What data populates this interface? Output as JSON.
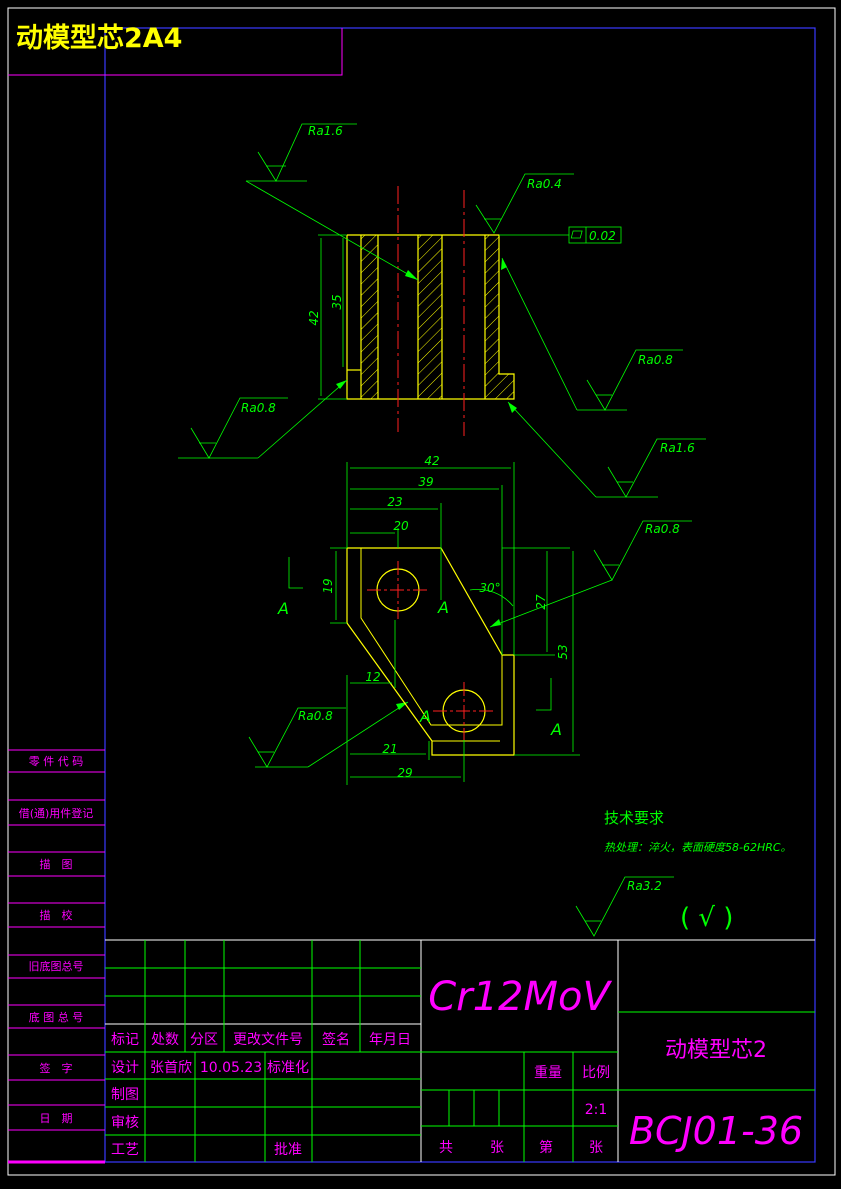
{
  "header": {
    "title": "动模型芯2A4"
  },
  "drawing": {
    "roughness": {
      "r1": "Ra1.6",
      "r2": "Ra0.4",
      "r3": "Ra0.8",
      "r4": "Ra0.8",
      "r5": "Ra1.6",
      "r6": "Ra0.8",
      "r7": "Ra0.8",
      "r8": "Ra3.2"
    },
    "flatness": {
      "value": "0.02"
    },
    "dims": {
      "d42v": "42",
      "d35v": "35",
      "d42h": "42",
      "d39": "39",
      "d23": "23",
      "d20": "20",
      "d19": "19",
      "d12": "12",
      "d21": "21",
      "d29": "29",
      "d27": "27",
      "d53": "53",
      "ang30": "30°"
    },
    "section_marks": {
      "a1": "A",
      "a2": "A",
      "a3": "A",
      "a4": "A"
    },
    "check_symbol": "( √ )"
  },
  "tech_requirements": {
    "title": "技术要求",
    "line1": "热处理：淬火，表面硬度58-62HRC。"
  },
  "left_strip": {
    "items": [
      "零 件 代 码",
      "借(通)用件登记",
      "描　图",
      "描　校",
      "旧底图总号",
      "底 图 总 号",
      "签　字",
      "日　期"
    ]
  },
  "title_block": {
    "material": "Cr12MoV",
    "part_name": "动模型芯2",
    "drawing_no": "BCJ01-36",
    "header_row": [
      "标记",
      "处数",
      "分区",
      "更改文件号",
      "签名",
      "年月日"
    ],
    "design_label": "设计",
    "designer": "张首欣",
    "design_date": "10.05.23",
    "standardize": "标准化",
    "draw": "制图",
    "review": "审核",
    "process": "工艺",
    "approve": "批准",
    "weight": "重量",
    "scale_label": "比例",
    "scale": "2:1",
    "total": "共",
    "sheets1": "张",
    "page_no": "第",
    "sheets2": "张"
  }
}
